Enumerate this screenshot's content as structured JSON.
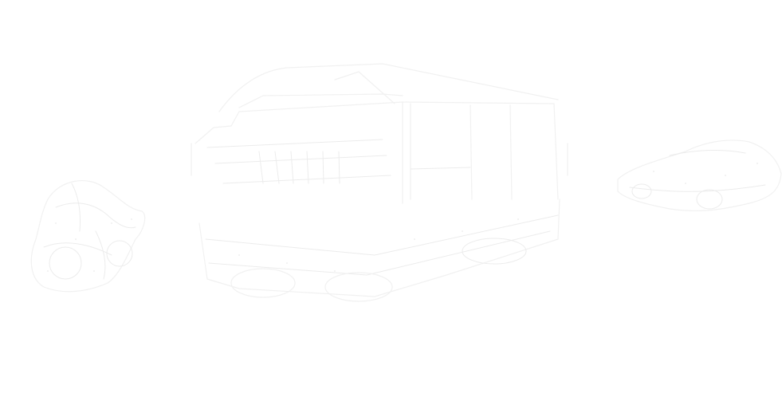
{
  "scene": {
    "background_color": "#ffffff",
    "line_color": "#f1f1f1",
    "subjects": [
      "motorcycle-rider-sketch",
      "truck-sketch",
      "car-sketch"
    ]
  }
}
